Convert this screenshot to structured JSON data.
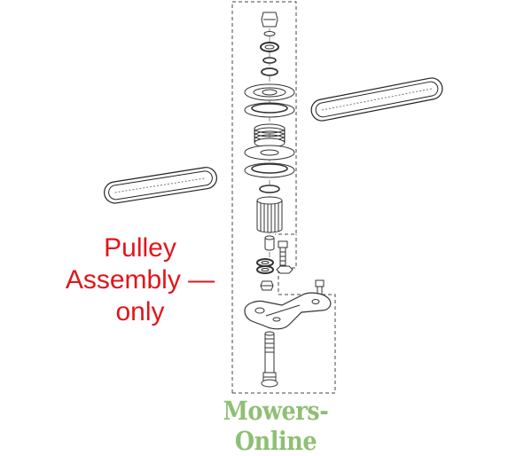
{
  "callout": {
    "line1": "Pulley",
    "line2": "Assembly —",
    "line3": "only",
    "color": "#e0161b"
  },
  "watermark": {
    "text": "Mowers-Online",
    "color": "#8fbf74"
  }
}
